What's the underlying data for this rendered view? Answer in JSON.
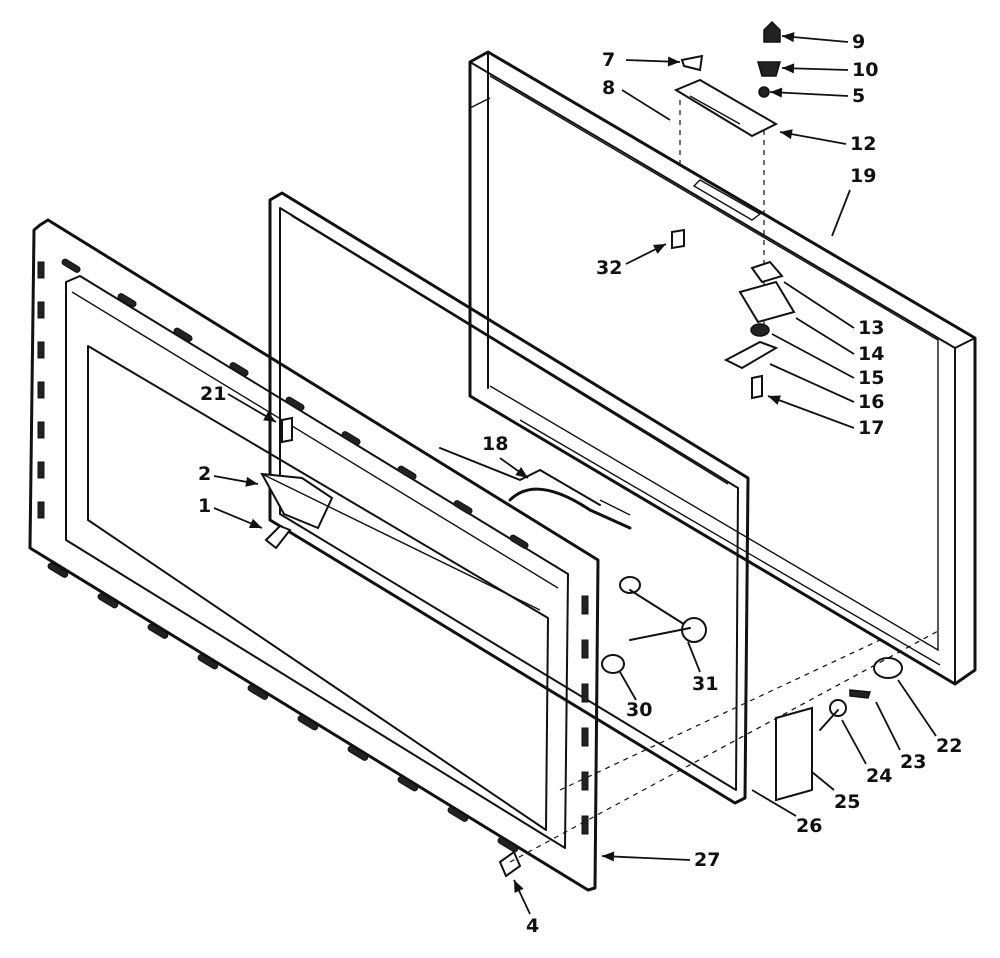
{
  "diagram": {
    "callouts": [
      "9",
      "10",
      "5",
      "7",
      "8",
      "12",
      "19",
      "32",
      "13",
      "14",
      "15",
      "16",
      "17",
      "21",
      "18",
      "2",
      "1",
      "30",
      "31",
      "22",
      "23",
      "24",
      "25",
      "26",
      "27",
      "4"
    ]
  }
}
